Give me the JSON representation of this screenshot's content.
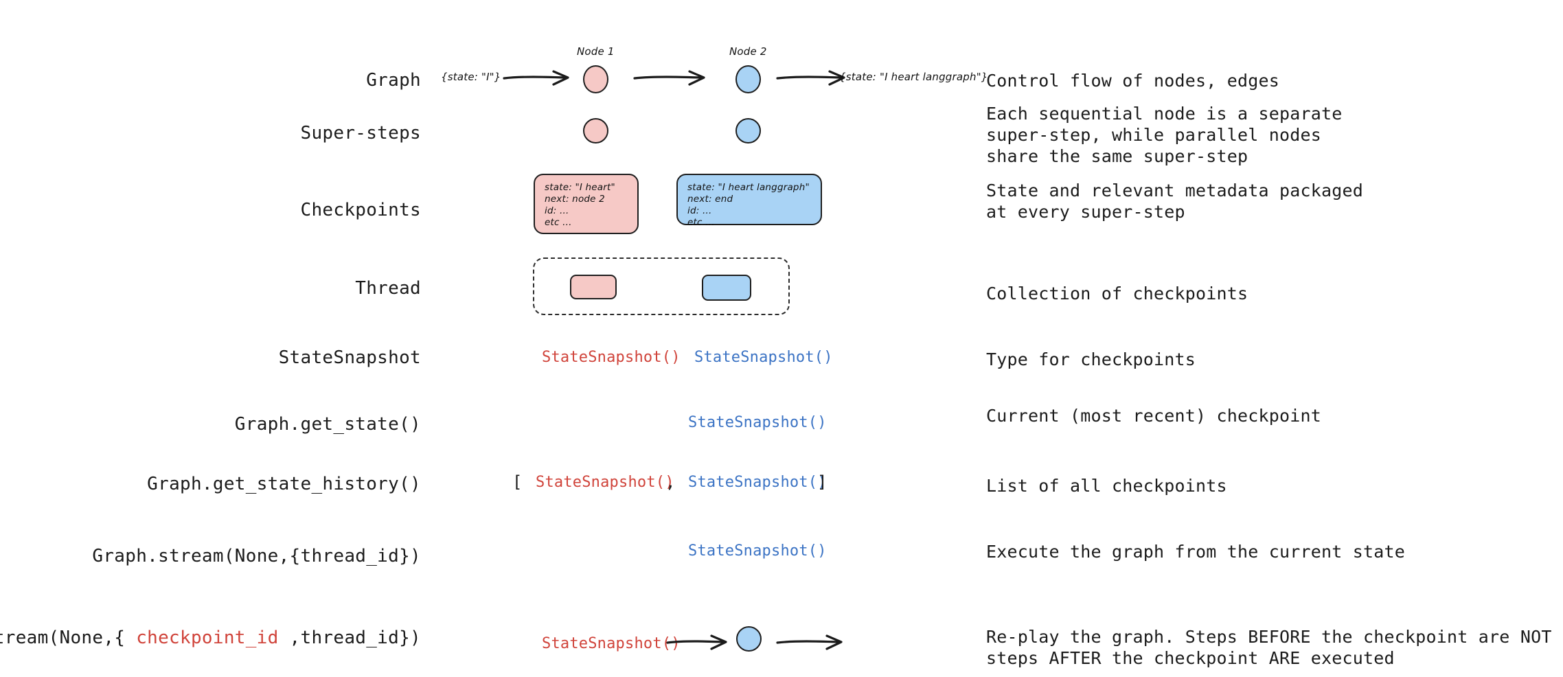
{
  "diagram": {
    "title_hidden": "",
    "node_labels": [
      "Node 1",
      "Node 2"
    ],
    "graph_state_in": "{state: \"I\"}",
    "graph_state_out": "{state: \"I heart langgraph\"}",
    "checkpoint_pink": {
      "line1": "state: \"I heart\"",
      "line2": "next: node 2",
      "line3": "id: ...",
      "line4": "etc ..."
    },
    "checkpoint_blue": {
      "line1": "state: \"I heart langgraph\"",
      "line2": "next: end",
      "line3": "id: ...",
      "line4": "etc ..."
    },
    "snapshot_label": "StateSnapshot()",
    "list_open_bracket": "[",
    "list_comma": ",",
    "list_close_bracket": "]"
  },
  "rows": [
    {
      "key": "graph",
      "label": "Graph",
      "description": "Control flow of nodes, edges"
    },
    {
      "key": "super-steps",
      "label": "Super-steps",
      "description": "Each sequential node is a separate\nsuper-step, while parallel nodes\nshare the same super-step"
    },
    {
      "key": "checkpoints",
      "label": "Checkpoints",
      "description": "State and relevant metadata packaged\nat every super-step"
    },
    {
      "key": "thread",
      "label": "Thread",
      "description": "Collection of checkpoints"
    },
    {
      "key": "statesnapshot",
      "label": "StateSnapshot",
      "description": "Type for checkpoints"
    },
    {
      "key": "get-state",
      "label": "Graph.get_state()",
      "description": "Current (most recent) checkpoint"
    },
    {
      "key": "get-state-history",
      "label": "Graph.get_state_history()",
      "description": "List of all checkpoints"
    },
    {
      "key": "stream-thread",
      "label": "Graph.stream(None,{thread_id})",
      "description": "Execute the graph from the current state"
    },
    {
      "key": "stream-checkpoint",
      "label_parts": {
        "prefix": "Graph.stream(None,{ ",
        "highlight": "checkpoint_id",
        "suffix": " ,thread_id})"
      },
      "label": "Graph.stream(None,{ checkpoint_id ,thread_id})",
      "description": "Re-play the graph. Steps BEFORE the checkpoint are NOT executed,\nsteps AFTER the checkpoint ARE executed"
    }
  ],
  "colors": {
    "node_pink_fill": "#f6c9c6",
    "node_blue_fill": "#a9d3f5",
    "stroke": "#1d1d1d",
    "snapshot_red": "#d0433a",
    "snapshot_blue": "#3b73c4",
    "text": "#1b1b1b",
    "background": "#ffffff"
  }
}
